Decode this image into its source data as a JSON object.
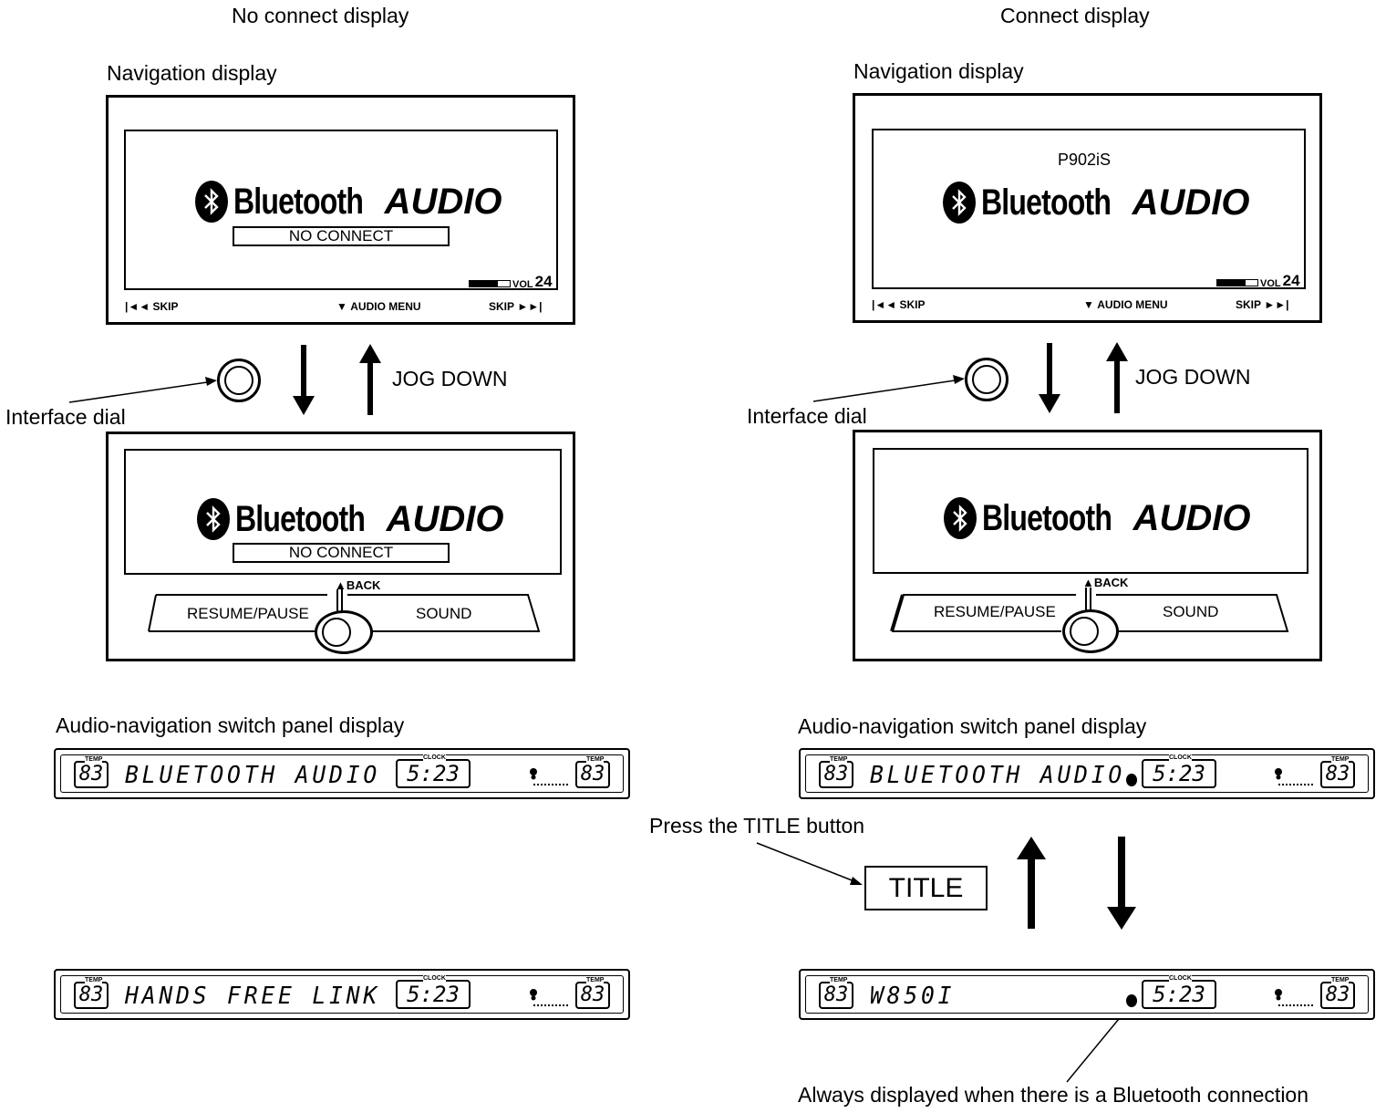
{
  "left": {
    "heading": "No connect display",
    "nav_label": "Navigation display",
    "screen1": {
      "brand": "Bluetooth",
      "audio": "AUDIO",
      "status": "NO CONNECT",
      "vol_label": "VOL",
      "vol_value": "24",
      "skip_left": "SKIP",
      "audio_menu": "AUDIO MENU",
      "skip_right": "SKIP"
    },
    "jog": "JOG DOWN",
    "dial_label": "Interface dial",
    "screen2": {
      "brand": "Bluetooth",
      "audio": "AUDIO",
      "status": "NO CONNECT",
      "back": "BACK",
      "resume": "RESUME/PAUSE",
      "sound": "SOUND"
    },
    "panel_label": "Audio-navigation switch panel display",
    "panel1": {
      "temp_cap": "TEMP",
      "clock_cap": "CLOCK",
      "temp_left": "83",
      "text": "BLUETOOTH  AUDIO",
      "clock": "5:23",
      "temp_right": "83"
    },
    "panel2": {
      "temp_cap": "TEMP",
      "clock_cap": "CLOCK",
      "temp_left": "83",
      "text": "HANDS FREE  LINK",
      "clock": "5:23",
      "temp_right": "83"
    }
  },
  "right": {
    "heading": "Connect display",
    "nav_label": "Navigation display",
    "screen1": {
      "device": "P902iS",
      "brand": "Bluetooth",
      "audio": "AUDIO",
      "vol_label": "VOL",
      "vol_value": "24",
      "skip_left": "SKIP",
      "audio_menu": "AUDIO MENU",
      "skip_right": "SKIP"
    },
    "jog": "JOG DOWN",
    "dial_label": "Interface dial",
    "screen2": {
      "brand": "Bluetooth",
      "audio": "AUDIO",
      "back": "BACK",
      "resume": "RESUME/PAUSE",
      "sound": "SOUND"
    },
    "panel_label": "Audio-navigation switch panel display",
    "panel1": {
      "temp_cap": "TEMP",
      "clock_cap": "CLOCK",
      "temp_left": "83",
      "text": "BLUETOOTH  AUDIO",
      "clock": "5:23",
      "temp_right": "83"
    },
    "press_label": "Press the TITLE button",
    "title_button": "TITLE",
    "panel2": {
      "temp_cap": "TEMP",
      "clock_cap": "CLOCK",
      "temp_left": "83",
      "text": "W850I",
      "clock": "5:23",
      "temp_right": "83"
    },
    "always_label": "Always displayed when there is a Bluetooth connection"
  }
}
